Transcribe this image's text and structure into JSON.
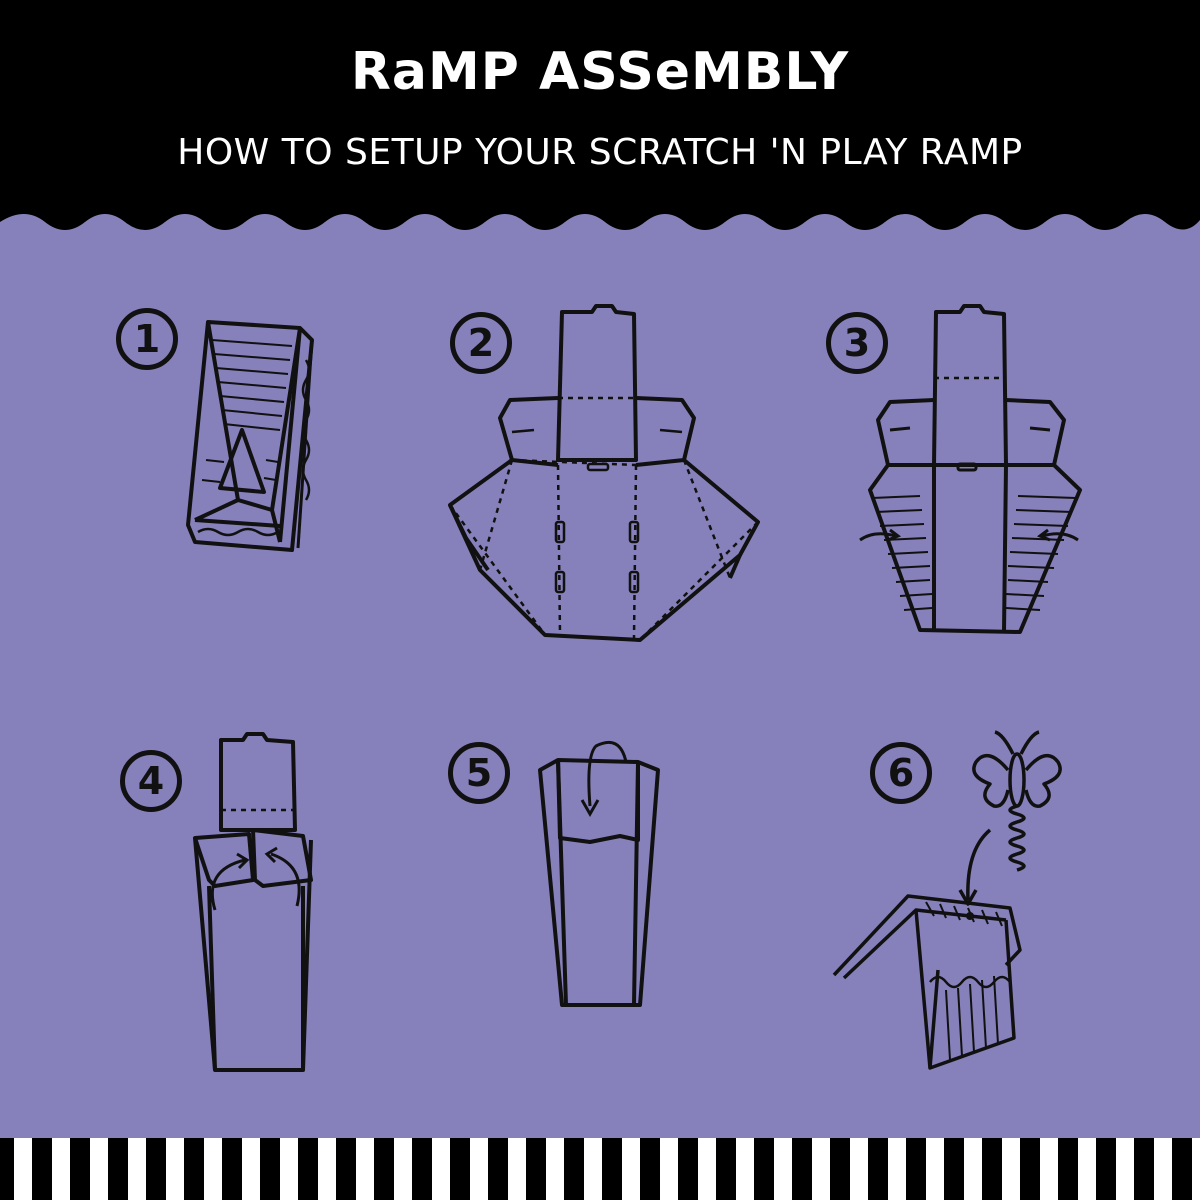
{
  "header": {
    "title": "RaMP ASSeMBLY",
    "subtitle": "HOW TO SETUP YOUR SCRATCH 'N PLAY RAMP"
  },
  "steps": [
    {
      "number": "1"
    },
    {
      "number": "2"
    },
    {
      "number": "3"
    },
    {
      "number": "4"
    },
    {
      "number": "5"
    },
    {
      "number": "6"
    }
  ],
  "colors": {
    "background": "#8680bb",
    "header": "#000000",
    "text": "#ffffff",
    "line": "#111111"
  }
}
